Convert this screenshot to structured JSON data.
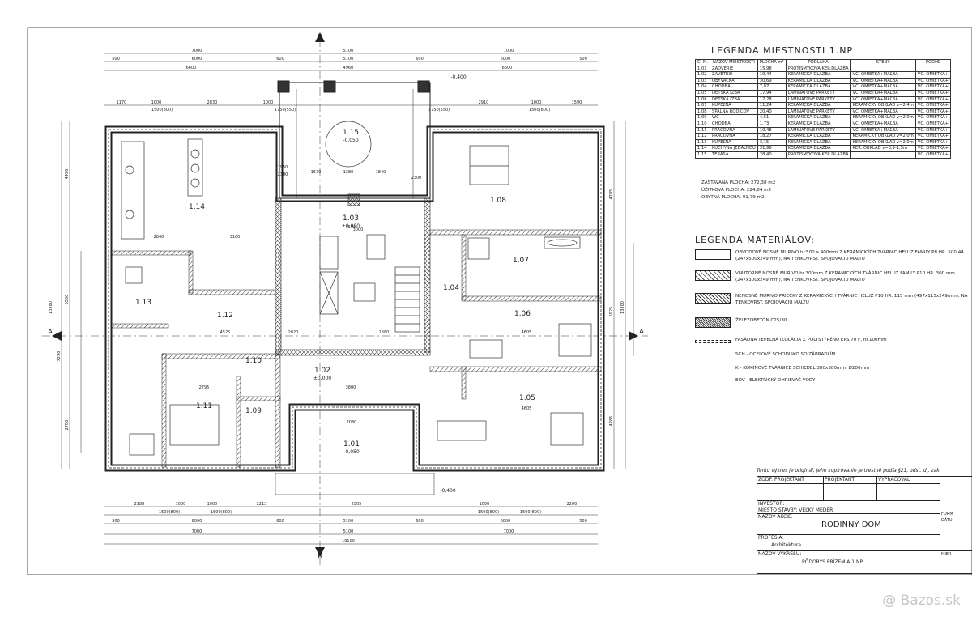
{
  "legend_rooms": {
    "title": "LEGENDA MIESTNOSTI 1.NP",
    "headers": [
      "Č. M.",
      "NÁZOV MIESTNOSTI",
      "PLOCHA m²",
      "PODLAHA",
      "STENY",
      "PODHĽ"
    ],
    "rows": [
      [
        "1.01",
        "ZÁDVERIE",
        "15,98",
        "PROTIŠMYKOVÁ KER.DLAŽBA",
        "",
        ""
      ],
      [
        "1.02",
        "ZÁVETRIE",
        "10,44",
        "KERAMICKÁ DLAŽBA",
        "VC. OMIETKA+MAĽBA",
        "VC. OMIETKA+"
      ],
      [
        "1.03",
        "OBÝVAČKA",
        "30,69",
        "KERAMICKÁ DLAŽBA",
        "VC. OMIETKA+MAĽBA",
        "VC. OMIETKA+"
      ],
      [
        "1.04",
        "CHODBA",
        "7,87",
        "KERAMICKÁ DLAŽBA",
        "VC. OMIETKA+MAĽBA",
        "VC. OMIETKA+"
      ],
      [
        "1.05",
        "DETSKÁ IZBA",
        "17,94",
        "LAMINÁTOVÉ PARKETY",
        "VC. OMIETKA+MAĽBA",
        "VC. OMIETKA+"
      ],
      [
        "1.06",
        "DETSKÁ IZBA",
        "12,28",
        "LAMINÁTOVÉ PARKETY",
        "VC. OMIETKA+MAĽBA",
        "VC. OMIETKA+"
      ],
      [
        "1.07",
        "KÚPEĽŇA",
        "11,24",
        "KERAMICKÁ DLAŽBA",
        "KERAMICKÝ OBKLAD v=2,4m",
        "VC. OMIETKA+"
      ],
      [
        "1.08",
        "SPÁLŇA RODIČOV",
        "20,40",
        "LAMINÁTOVÉ PARKETY",
        "VC. OMIETKA+MAĽBA",
        "VC. OMIETKA+"
      ],
      [
        "1.09",
        "WC",
        "4,51",
        "KERAMICKÁ DLAŽBA",
        "KERAMICKÝ OBKLAD v=2,0m",
        "VC. OMIETKA+"
      ],
      [
        "1.10",
        "CHODBA",
        "1,73",
        "KERAMICKÁ DLAŽBA",
        "VC. OMIETKA+MAĽBA",
        "VC. OMIETKA+"
      ],
      [
        "1.11",
        "PRÁČOVŇA",
        "10,48",
        "LAMINÁTOVÉ PARKETY",
        "VC. OMIETKA+MAĽBA",
        "VC. OMIETKA+"
      ],
      [
        "1.12",
        "PRÁČOVŇA",
        "18,27",
        "KERAMICKÁ DLAŽBA",
        "KERAMICKÝ OBKLAD v=2,0m",
        "VC. OMIETKA+"
      ],
      [
        "1.13",
        "KÚPEĽŇA",
        "3,15",
        "KERAMICKÁ DLAŽBA",
        "KERAMICKÝ OBKLAD v=2,0m",
        "VC. OMIETKA+"
      ],
      [
        "1.14",
        "KUCHYŇA JEDÁLŇOU",
        "31,96",
        "KERAMICKÁ DLAŽBA",
        "KER. OBKLAD v=0,9-1,5m",
        "VC. OMIETKA+"
      ],
      [
        "1.15",
        "TERASA",
        "28,40",
        "PROTIŠMYKOVÁ KER.DLAŽBA",
        "",
        "VC. OMIETKA+"
      ]
    ]
  },
  "areas": {
    "built": "ZASTAVANÁ PLOCHA: 272,38 m2",
    "usable": "ÚŽITKOVÁ PLOCHA: 224,84 m2",
    "living": "OBYTNÁ PLOCHA: 91,79 m2"
  },
  "legend_materials": {
    "title": "LEGENDA MATERIÁLOV:",
    "items": [
      {
        "swatch": "plain",
        "text": "OBVODOVÉ NOSNÉ MURIVO hr.500 a 400mm Z KERAMICKÝCH TVÁRNIC HELUZ FAMILY P8 HR. 500,44 (247x500x249 mm), NA TENKOVRST. SPOJOVACIU MALTU"
      },
      {
        "swatch": "cross",
        "text": "VNÚTORNÉ NOSNÉ MURIVO hr.300mm Z KERAMICKÝCH TVÁRNIC HELUZ FAMILY P10 HR. 300 mm (247x300x249 mm), NA TENKOVRST. SPOJOVACIU MALTU"
      },
      {
        "swatch": "hatch",
        "text": "NENOSNÉ MURIVO PRIEČKY Z KERAMICKÝCH TVÁRNIC HELUZ P10 HR. 115 mm (497x115x249mm), NA TENKOVRST. SPOJOVACIU MALTU"
      },
      {
        "swatch": "dense",
        "text": "ŽELEZOBETÓN C25/30"
      },
      {
        "swatch": "dashed",
        "text": "FASÁDNA TEPELNÁ IZOLÁCIA Z POLYSTYRÉNU EPS 70 F, hr.100mm"
      },
      {
        "swatch": "none",
        "text": "SCH - OCEĽOVÉ SCHODISKO SO ZÁBRADLÍM"
      },
      {
        "swatch": "none",
        "text": "K - KOMÍNOVÉ TVÁRNICE SCHIEDEL 380x380mm, Ø200mm"
      },
      {
        "swatch": "none",
        "text": "EOV - ELEKTRICKÝ OHRIEVAČ VODY"
      }
    ]
  },
  "title_block": {
    "note": "Tento výkres je originál, jeho kopírovanie je trestné podľa §21, odst. d., zák",
    "col1": "ZODP. PROJEKTANT",
    "col2": "PROJEKTANT",
    "col3": "VYPRACOVAL",
    "investor": "INVESTOR:",
    "site": "MIESTO STAVBY: VEĽKÝ MEDER",
    "action_label": "NÁZOV AKCIE:",
    "action": "RODINNÝ DOM",
    "profession_label": "PROFESIA:",
    "profession": "Architektúra",
    "drawing_label": "NÁZOV VÝKRESU:",
    "drawing": "PÔDORYS PRÍZEMIA 1.NP",
    "side_1": "FORM",
    "side_2": "DÁTU",
    "side_3": "MIER"
  },
  "plan": {
    "rooms": [
      {
        "id": "1.14"
      },
      {
        "id": "1.15",
        "level": "-0,050"
      },
      {
        "id": "1.08"
      },
      {
        "id": "1.03",
        "level": "±0,000"
      },
      {
        "id": "1.07"
      },
      {
        "id": "1.04"
      },
      {
        "id": "1.12"
      },
      {
        "id": "1.13"
      },
      {
        "id": "1.06"
      },
      {
        "id": "1.10"
      },
      {
        "id": "1.02",
        "level": "±0,000"
      },
      {
        "id": "1.05"
      },
      {
        "id": "1.11"
      },
      {
        "id": "1.09"
      },
      {
        "id": "1.01",
        "level": "-0,050"
      }
    ],
    "level_tags": [
      "-0,400",
      "-0,400"
    ],
    "section_marks": [
      "B",
      "B",
      "A",
      "A"
    ],
    "dims_top_1": [
      "500",
      "6000",
      "600",
      "5100",
      "600",
      "6000",
      "500"
    ],
    "dims_top_0": [
      "7000",
      "5100",
      "7000"
    ],
    "dims_top_2": [
      "6600",
      "4960",
      "6600"
    ],
    "dims_top_3": [
      "1170",
      "1000",
      "2830",
      "1000",
      "2910",
      "1000",
      "1590"
    ],
    "dims_top_3b": [
      "1500(800)",
      "1750(550)",
      "1750(550)",
      "1500(800)"
    ],
    "dims_bot_1": [
      "2188",
      "1000",
      "1000",
      "2213",
      "2505",
      "1000",
      "2200"
    ],
    "dims_bot_1b": [
      "1500(800)",
      "1500(800)",
      "1500(800)",
      "1500(800)"
    ],
    "dims_bot_2": [
      "500",
      "6000",
      "600",
      "5100",
      "600",
      "6000",
      "500"
    ],
    "dims_bot_3": [
      "7000",
      "5100",
      "7000"
    ],
    "dims_bot_4": [
      "19100"
    ],
    "dims_left": [
      "4490",
      "5550",
      "7290",
      "2780",
      "13380"
    ],
    "dims_right": [
      "4785",
      "5925",
      "4285",
      "13300"
    ],
    "inner": [
      "2840",
      "3160",
      "4525",
      "2020",
      "1380",
      "3500",
      "4605",
      "4605",
      "2795",
      "3800",
      "1670",
      "1380",
      "1840",
      "3000",
      "1950",
      "2300",
      "2300",
      "2080"
    ]
  }
}
